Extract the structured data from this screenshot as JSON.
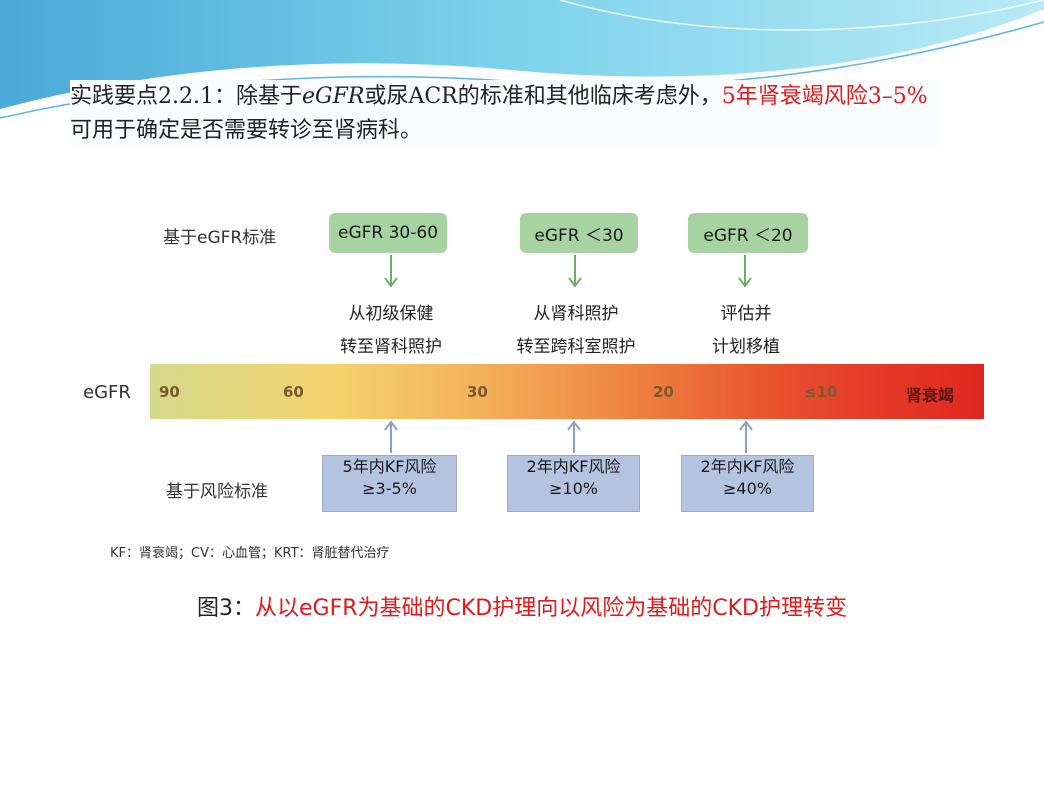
{
  "practice": {
    "prefix": "实践要点2.2.1：",
    "text1": "除基于",
    "egfr": "eGFR",
    "text2": "或尿",
    "acr": "ACR",
    "text3": "的标准和其他临床考虑外，",
    "highlight1": "5年肾衰竭风险3–5%",
    "text4": "可用于确定是否需要转诊至肾病科。"
  },
  "figure": {
    "egfr_criteria_label": "基于eGFR标准",
    "risk_criteria_label": "基于风险标准",
    "egfr_label": "eGFR",
    "egfr_boxes": [
      "eGFR 30-60",
      "eGFR ＜30",
      "eGFR ＜20"
    ],
    "actions": [
      {
        "line1": "从初级保健",
        "line2": "转至肾科照护"
      },
      {
        "line1": "从肾科照护",
        "line2": "转至跨科室照护"
      },
      {
        "line1": "评估并",
        "line2": "计划移植"
      }
    ],
    "ticks": [
      "90",
      "60",
      "30",
      "20",
      "≤10"
    ],
    "bar_end_label": "肾衰竭",
    "risk_boxes": [
      {
        "line1": "5年内KF风险",
        "line2": "≥3-5%"
      },
      {
        "line1": "2年内KF风险",
        "line2": "≥10%"
      },
      {
        "line1": "2年内KF风险",
        "line2": "≥40%"
      }
    ],
    "footnote": "KF：肾衰竭；CV：心血管；KRT：肾脏替代治疗",
    "colors": {
      "egfr_box": "#a6d3a1",
      "risk_box": "#b4c3e0",
      "arrow": "#6fae6a",
      "risk_arrow": "#8aa0c8"
    }
  },
  "caption": {
    "prefix": "图3：",
    "text": "从以eGFR为基础的CKD护理向以风险为基础的CKD护理转变"
  }
}
